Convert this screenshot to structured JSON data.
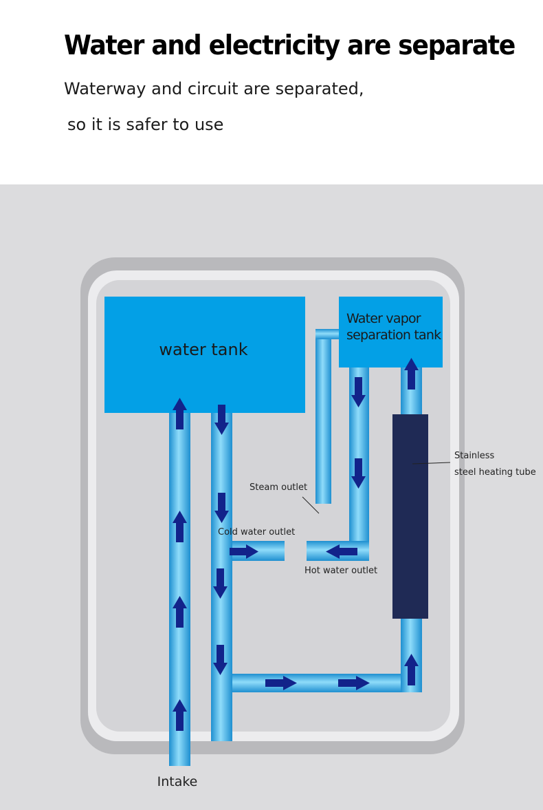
{
  "header": {
    "title": "Water and electricity are separate",
    "subtitle_line1": "Waterway and circuit are separated,",
    "subtitle_line2": "so it is safer to use"
  },
  "diagram": {
    "water_tank": "water tank",
    "separation_tank_line1": "Water vapor",
    "separation_tank_line2": "separation tank",
    "heating_tube_line1": "Stainless",
    "heating_tube_line2": "steel heating tube",
    "steam_outlet": "Steam outlet",
    "cold_water_outlet": "Cold water outlet",
    "hot_water_outlet": "Hot water outlet",
    "intake": "Intake"
  },
  "colors": {
    "tank_blue": "#03a0e6",
    "pipe_blue": "#3ab4ec",
    "arrow_navy": "#12238a",
    "heating_tube": "#1f2a55",
    "panel_gray": "#dcdcde"
  }
}
